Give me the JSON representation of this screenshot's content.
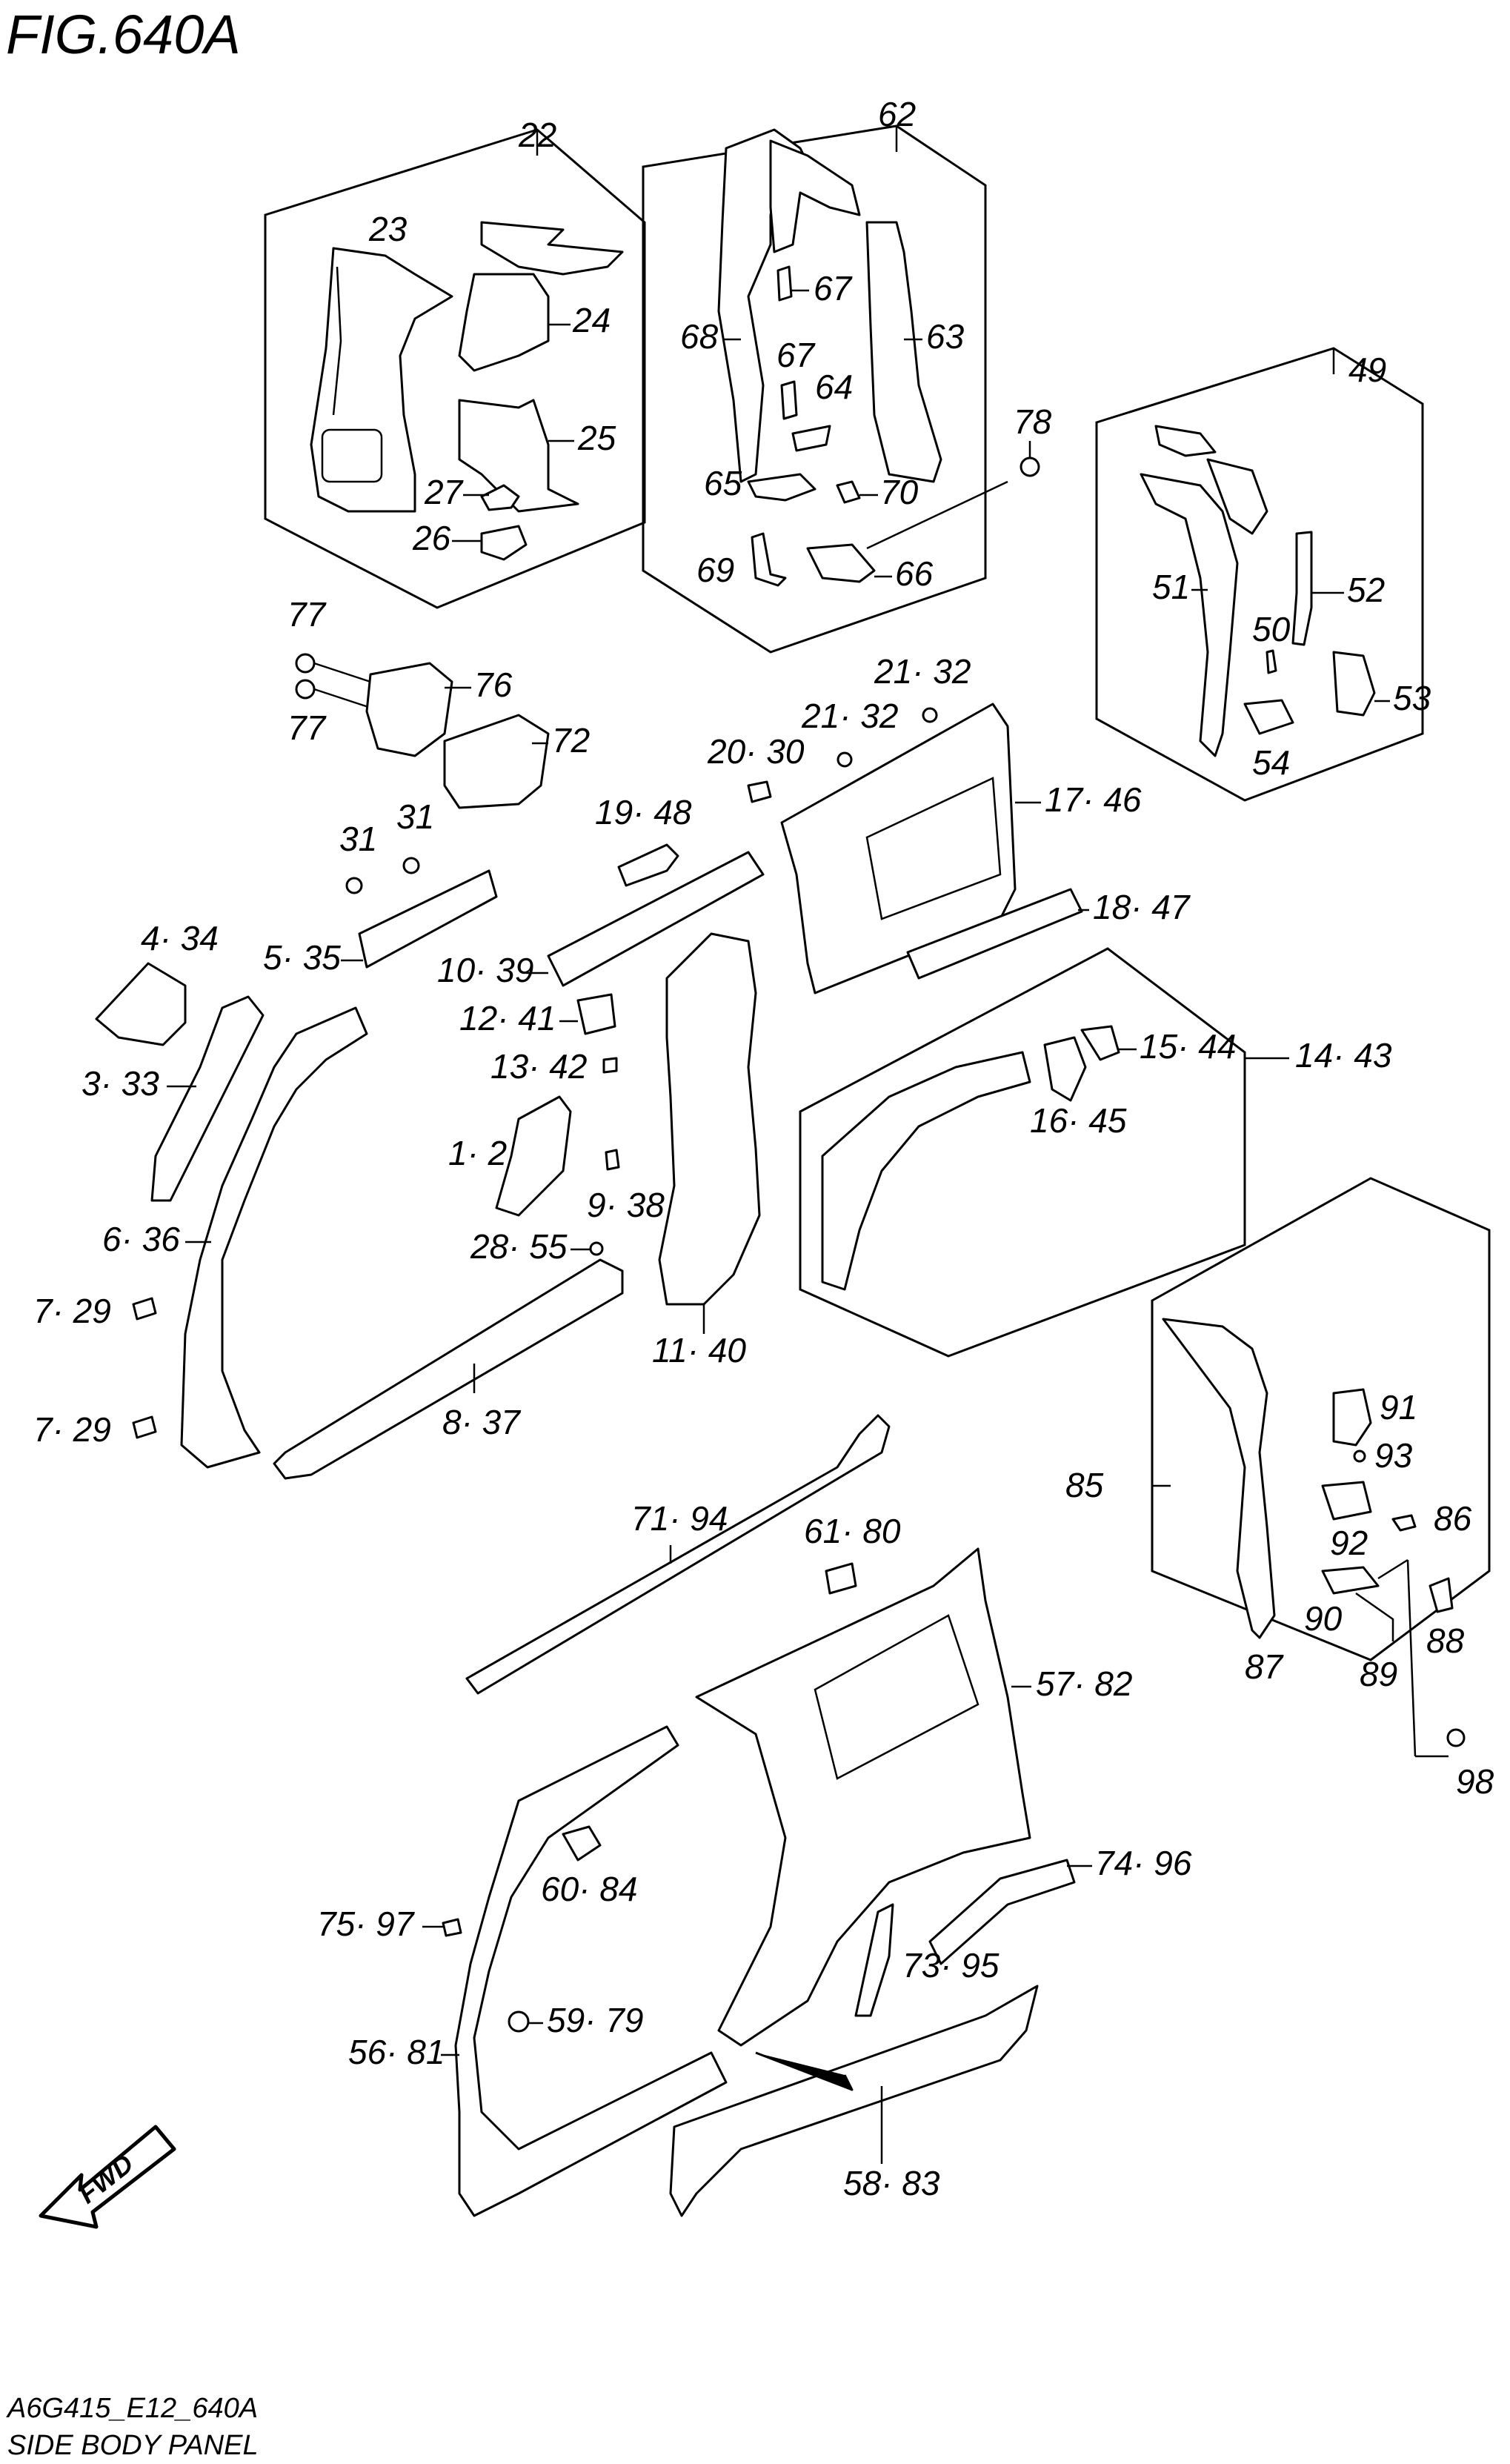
{
  "figure_title": "FIG.640A",
  "footer": {
    "code": "A6G415_E12_640A",
    "caption": "SIDE BODY PANEL"
  },
  "fwd_label": "FWD",
  "callouts": {
    "c22": "22",
    "c23": "23",
    "c24": "24",
    "c25": "25",
    "c26": "26",
    "c27": "27",
    "c62": "62",
    "c63": "63",
    "c64": "64",
    "c65": "65",
    "c66": "66",
    "c67a": "67",
    "c67b": "67",
    "c68": "68",
    "c69": "69",
    "c70": "70",
    "c78": "78",
    "c49": "49",
    "c50": "50",
    "c51": "51",
    "c52": "52",
    "c53": "53",
    "c54": "54",
    "c77a": "77",
    "c77b": "77",
    "c76": "76",
    "c72": "72",
    "c21a": "21· 32",
    "c21b": "21· 32",
    "c20": "20· 30",
    "c17": "17· 46",
    "c18": "18· 47",
    "c19": "19· 48",
    "c31a": "31",
    "c31b": "31",
    "c4": "4· 34",
    "c5": "5· 35",
    "c10": "10· 39",
    "c12": "12· 41",
    "c13": "13· 42",
    "c3": "3· 33",
    "c1": "1· 2",
    "c6": "6· 36",
    "c9": "9· 38",
    "c28": "28· 55",
    "c7a": "7· 29",
    "c7b": "7· 29",
    "c8": "8· 37",
    "c11": "11· 40",
    "c15": "15· 44",
    "c14": "14· 43",
    "c16": "16· 45",
    "c85": "85",
    "c86": "86",
    "c87": "87",
    "c88": "88",
    "c89": "89",
    "c90": "90",
    "c91": "91",
    "c92": "92",
    "c93": "93",
    "c98": "98",
    "c71": "71· 94",
    "c61": "61· 80",
    "c57": "57· 82",
    "c60": "60· 84",
    "c75": "75· 97",
    "c74": "74· 96",
    "c73": "73· 95",
    "c59": "59· 79",
    "c56": "56· 81",
    "c58": "58· 83"
  }
}
